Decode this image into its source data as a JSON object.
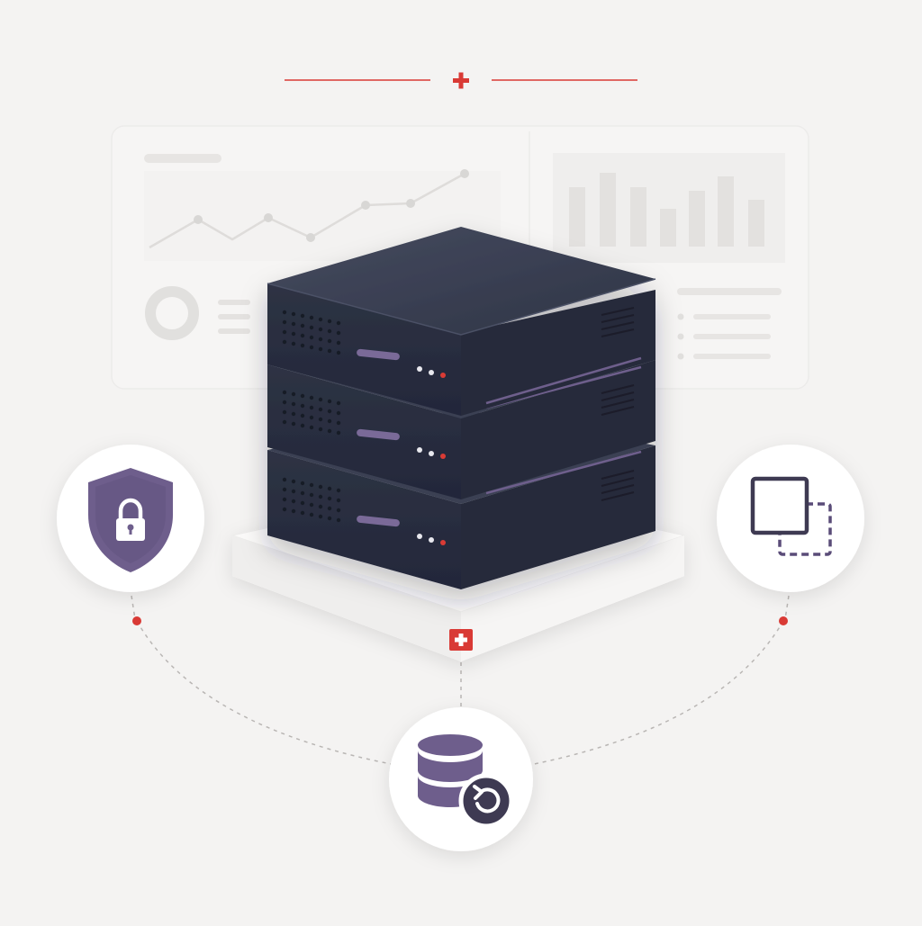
{
  "colors": {
    "background": "#f4f3f2",
    "server_body": "#2c3142",
    "server_top": "#3b4154",
    "accent_purple": "#6e5e8c",
    "accent_red": "#d93a35",
    "circle_fill": "#ffffff",
    "dashboard_panel": "#f7f6f5"
  },
  "icons": {
    "top_cross": "plus-icon",
    "security": "shield-lock-icon",
    "duplicate": "copy-squares-icon",
    "backup": "database-restore-icon",
    "base_badge": "swiss-cross-icon"
  },
  "server": {
    "units": 3
  },
  "dashboard": {
    "line_chart_points": 8,
    "bar_chart_bars": 7
  }
}
